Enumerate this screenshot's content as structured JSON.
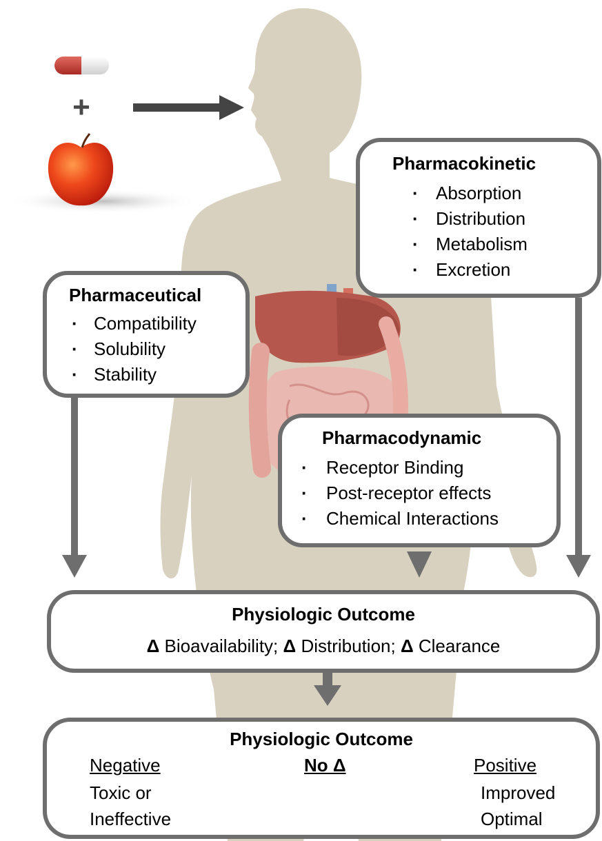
{
  "colors": {
    "border": "#6e6e6e",
    "arrow": "#6e6e6e",
    "input_arrow": "#444444",
    "body_silhouette": "#d9d1bf",
    "pill_red": "#c23a33",
    "apple_red": "#e03a1c"
  },
  "icons": [
    "pill-icon",
    "apple-icon",
    "human-body-silhouette",
    "digestive-organs-illustration"
  ],
  "plus_sign": "+",
  "pharmaceutical": {
    "title": "Pharmaceutical",
    "items": [
      "Compatibility",
      "Solubility",
      "Stability"
    ]
  },
  "pharmacokinetic": {
    "title": "Pharmacokinetic",
    "items": [
      "Absorption",
      "Distribution",
      "Metabolism",
      "Excretion"
    ]
  },
  "pharmacodynamic": {
    "title": "Pharmacodynamic",
    "items": [
      "Receptor Binding",
      "Post-receptor effects",
      "Chemical Interactions"
    ]
  },
  "outcome_mid": {
    "title": "Physiologic Outcome",
    "delta": "Δ",
    "parts": [
      "Bioavailability;",
      "Distribution;",
      "Clearance"
    ]
  },
  "outcome_final": {
    "title": "Physiologic Outcome",
    "negative": {
      "heading": "Negative",
      "lines": [
        "Toxic or",
        "Ineffective"
      ]
    },
    "no_change": {
      "heading": "No Δ"
    },
    "positive": {
      "heading": "Positive",
      "lines": [
        "Improved",
        "Optimal"
      ]
    }
  }
}
